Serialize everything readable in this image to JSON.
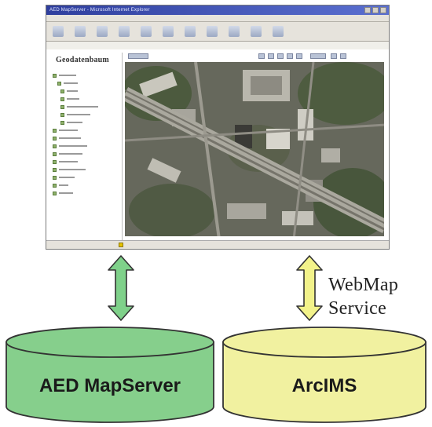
{
  "browser": {
    "title": "AED MapServer - Microsoft Internet Explorer",
    "sidebar_title": "Geodatenbaum"
  },
  "label": {
    "line1": "WebMap",
    "line2": "Service"
  },
  "servers": [
    {
      "name": "AED MapServer",
      "color": "#86cf8c"
    },
    {
      "name": "ArcIMS",
      "color": "#f1f1a0"
    }
  ],
  "arrows": [
    {
      "color": "#7fd18a"
    },
    {
      "color": "#f2f28a"
    }
  ]
}
